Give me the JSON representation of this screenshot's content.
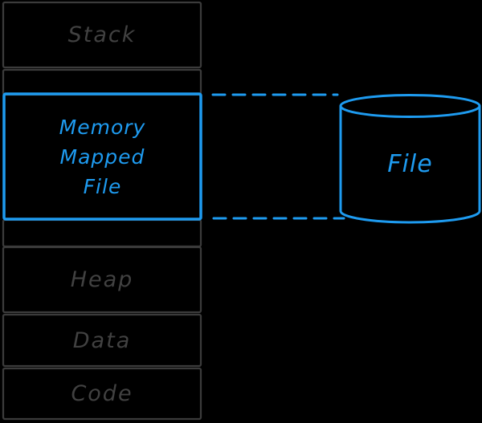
{
  "theme": {
    "background": "#000000",
    "gray_stroke": "#3b3b3b",
    "gray_text": "#414141",
    "blue": "#1e9bf0"
  },
  "diagram": {
    "memory_column": {
      "segments": [
        {
          "key": "stack",
          "label": "Stack",
          "highlighted": false
        },
        {
          "key": "unmapped-above",
          "label": "",
          "highlighted": false
        },
        {
          "key": "memory-mapped-file",
          "label": "Memory\nMapped\nFile",
          "highlighted": true
        },
        {
          "key": "unmapped-below",
          "label": "",
          "highlighted": false
        },
        {
          "key": "heap",
          "label": "Heap",
          "highlighted": false
        },
        {
          "key": "data",
          "label": "Data",
          "highlighted": false
        },
        {
          "key": "code",
          "label": "Code",
          "highlighted": false
        }
      ]
    },
    "file_store": {
      "label": "File",
      "shape": "cylinder"
    },
    "connections": [
      {
        "from": "memory-mapped-file-top",
        "to": "file-cylinder-top",
        "style": "dashed"
      },
      {
        "from": "memory-mapped-file-bottom",
        "to": "file-cylinder-bottom",
        "style": "dashed"
      }
    ]
  }
}
